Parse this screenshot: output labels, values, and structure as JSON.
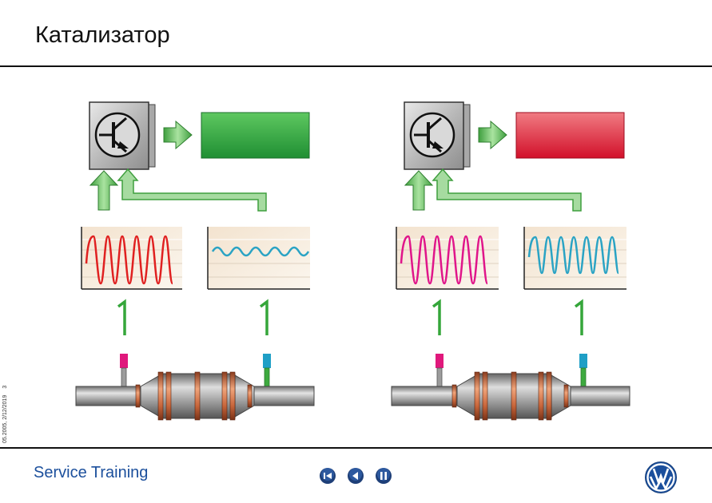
{
  "header": {
    "title": "Катализатор"
  },
  "footer": {
    "brand": "Service Training",
    "stamp_date": "05.2005, 2/12/2019",
    "stamp_page": "3"
  },
  "diagrams": [
    {
      "indicator_color": "#23a33a",
      "downstream_wave": "low-amplitude",
      "downstream_wave_color": "#2aa3c4"
    },
    {
      "indicator_color": "#e0202e",
      "downstream_wave": "high-amplitude",
      "downstream_wave_color": "#2aa3c4"
    }
  ],
  "colors": {
    "upstream_wave_left": "#e02020",
    "upstream_wave_right": "#e0158a",
    "sensor_upstream": "#e0187c",
    "sensor_downstream": "#1f9fc6",
    "arrow_green": "#5cb85a",
    "brand_blue": "#1b4f9c"
  },
  "icons": {
    "control_unit": "transistor-icon",
    "nav_back_to_start": "first-icon",
    "nav_back": "back-icon",
    "nav_pause": "pause-icon",
    "brand_logo": "vw-logo-icon"
  }
}
